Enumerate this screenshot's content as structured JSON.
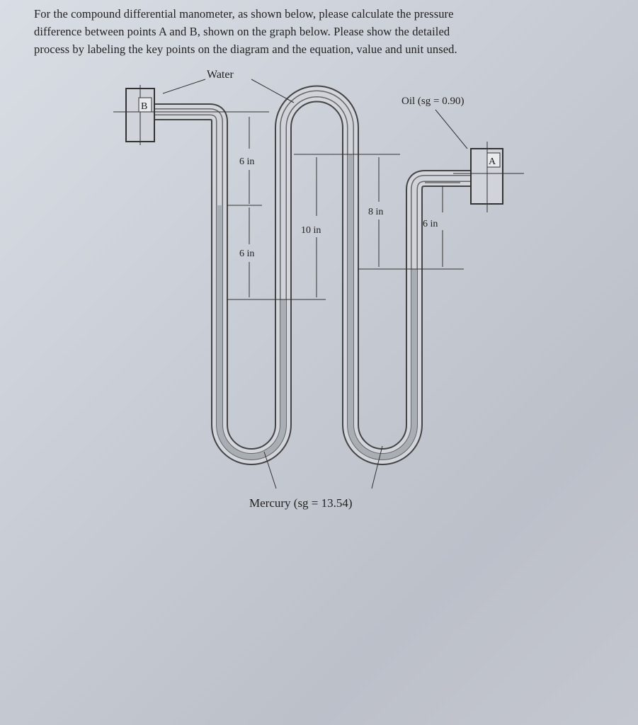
{
  "question": {
    "lines": [
      "For the compound differential manometer, as shown below, please calculate the pressure",
      "difference between points A and B, shown on the graph below. Please show the detailed",
      "process by labeling the key points on the diagram and the equation, value and unit unsed."
    ]
  },
  "diagram": {
    "water_label": "Water",
    "oil_label": "Oil (sg = 0.90)",
    "mercury_label": "Mercury (sg = 13.54)",
    "point_a": "A",
    "point_b": "B",
    "dimensions": [
      "6 in",
      "6 in",
      "10 in",
      "8 in",
      "6 in"
    ]
  }
}
